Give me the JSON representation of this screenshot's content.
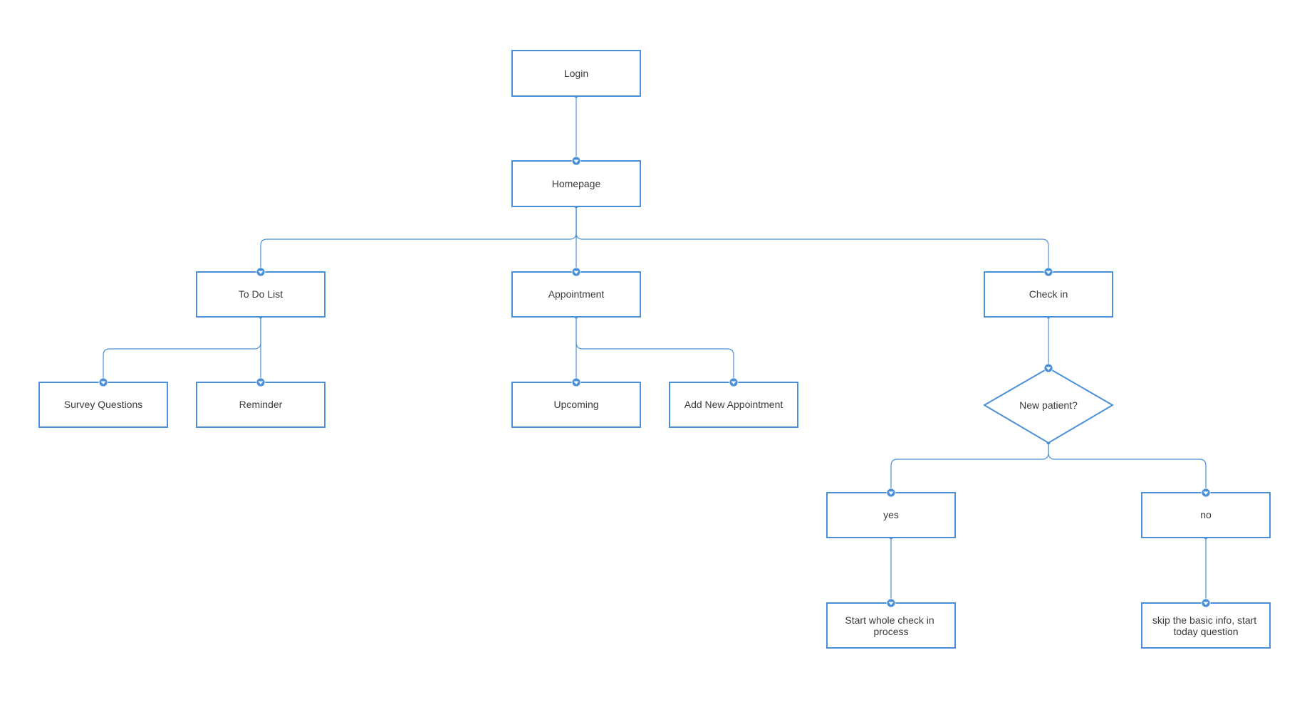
{
  "diagram": {
    "colors": {
      "stroke": "#4a90d9",
      "text": "#3a3a3a",
      "background": "#ffffff"
    },
    "nodes": {
      "login": {
        "label": "Login"
      },
      "homepage": {
        "label": "Homepage"
      },
      "todo": {
        "label": "To Do List"
      },
      "appointment": {
        "label": "Appointment"
      },
      "checkin": {
        "label": "Check in"
      },
      "survey": {
        "label": "Survey Questions"
      },
      "reminder": {
        "label": "Reminder"
      },
      "upcoming": {
        "label": "Upcoming"
      },
      "add_new": {
        "label": "Add New Appointment"
      },
      "new_patient": {
        "label": "New patient?"
      },
      "yes": {
        "label": "yes"
      },
      "no": {
        "label": "no"
      },
      "start_whole": {
        "lines": [
          "Start whole check in",
          "process"
        ]
      },
      "skip_basic": {
        "lines": [
          "skip the basic info, start",
          "today question"
        ]
      }
    }
  }
}
